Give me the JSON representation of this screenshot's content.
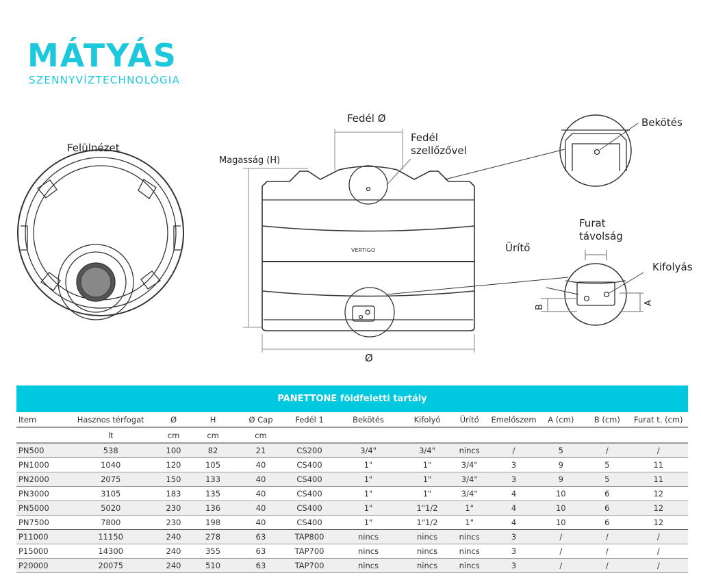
{
  "logo": {
    "name": "MÁTYÁS",
    "tagline": "SZENNYVÍZTECHNOLÓGIA"
  },
  "colors": {
    "accent": "#00c8de",
    "line": "#333333"
  },
  "diagram": {
    "top_view_label": "Felülnézet",
    "lid_diameter": "Fedél Ø",
    "lid_vent": [
      "Fedél",
      "szellőzővel"
    ],
    "height": "Magasság (H)",
    "diameter": "Ø",
    "connection": "Bekötés",
    "hole_distance": [
      "Furat",
      "távolság"
    ],
    "drain": "Ürítő",
    "outlet": "Kifolyás",
    "dim_a": "A",
    "dim_b": "B",
    "brand_mark": "VERTIGO"
  },
  "table": {
    "title": "PANETTONE földfeletti tartály",
    "headers": [
      "Item",
      "Hasznos térfogat",
      "Ø",
      "H",
      "Ø Cap",
      "Fedél 1",
      "Bekötés",
      "Kifolyó",
      "Ürítő",
      "Emelőszem",
      "A (cm)",
      "B (cm)",
      "Furat t. (cm)"
    ],
    "units": [
      "",
      "lt",
      "cm",
      "cm",
      "cm",
      "",
      "",
      "",
      "",
      "",
      "",
      "",
      ""
    ],
    "rows": [
      [
        "PN500",
        "538",
        "100",
        "82",
        "21",
        "CS200",
        "3/4\"",
        "3/4\"",
        "nincs",
        "/",
        "5",
        "/",
        "/"
      ],
      [
        "PN1000",
        "1040",
        "120",
        "105",
        "40",
        "CS400",
        "1\"",
        "1\"",
        "3/4\"",
        "3",
        "9",
        "5",
        "11"
      ],
      [
        "PN2000",
        "2075",
        "150",
        "133",
        "40",
        "CS400",
        "1\"",
        "1\"",
        "3/4\"",
        "3",
        "9",
        "5",
        "11"
      ],
      [
        "PN3000",
        "3105",
        "183",
        "135",
        "40",
        "CS400",
        "1\"",
        "1\"",
        "3/4\"",
        "4",
        "10",
        "6",
        "12"
      ],
      [
        "PN5000",
        "5020",
        "230",
        "136",
        "40",
        "CS400",
        "1\"",
        "1\"1/2",
        "1\"",
        "4",
        "10",
        "6",
        "12"
      ],
      [
        "PN7500",
        "7800",
        "230",
        "198",
        "40",
        "CS400",
        "1\"",
        "1\"1/2",
        "1\"",
        "4",
        "10",
        "6",
        "12"
      ],
      [
        "P11000",
        "11150",
        "240",
        "278",
        "63",
        "TAP800",
        "nincs",
        "nincs",
        "nincs",
        "3",
        "/",
        "/",
        "/"
      ],
      [
        "P15000",
        "14300",
        "240",
        "355",
        "63",
        "TAP700",
        "nincs",
        "nincs",
        "nincs",
        "3",
        "/",
        "/",
        "/"
      ],
      [
        "P20000",
        "20075",
        "240",
        "510",
        "63",
        "TAP700",
        "nincs",
        "nincs",
        "nincs",
        "3",
        "/",
        "/",
        "/"
      ]
    ]
  }
}
